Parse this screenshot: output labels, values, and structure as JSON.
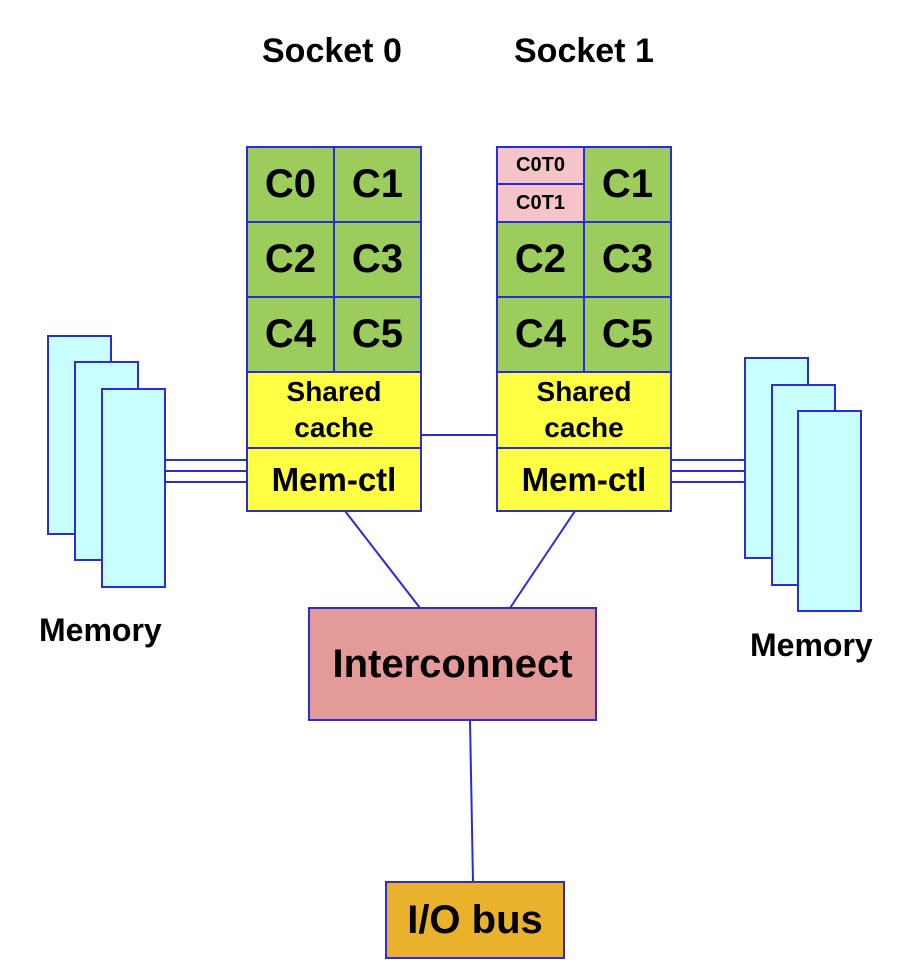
{
  "sockets": [
    {
      "title": "Socket 0",
      "cores": [
        "C0",
        "C1",
        "C2",
        "C3",
        "C4",
        "C5"
      ],
      "cache_lines": [
        "Shared",
        "cache"
      ],
      "memctl": "Mem-ctl"
    },
    {
      "title": "Socket 1",
      "threads": [
        "C0T0",
        "C0T1"
      ],
      "cores": [
        "C1",
        "C2",
        "C3",
        "C4",
        "C5"
      ],
      "cache_lines": [
        "Shared",
        "cache"
      ],
      "memctl": "Mem-ctl"
    }
  ],
  "memory_left": {
    "label": "Memory"
  },
  "memory_right": {
    "label": "Memory"
  },
  "interconnect": {
    "label": "Interconnect"
  },
  "io_bus": {
    "label": "I/O bus"
  },
  "colors": {
    "core": "#9ccc5c",
    "thread": "#f4c4c8",
    "cache": "#ffff44",
    "memory": "#c8ffff",
    "interconnect": "#e59a9a",
    "io_bus": "#eab22c",
    "lines": "#2b2bd9"
  }
}
